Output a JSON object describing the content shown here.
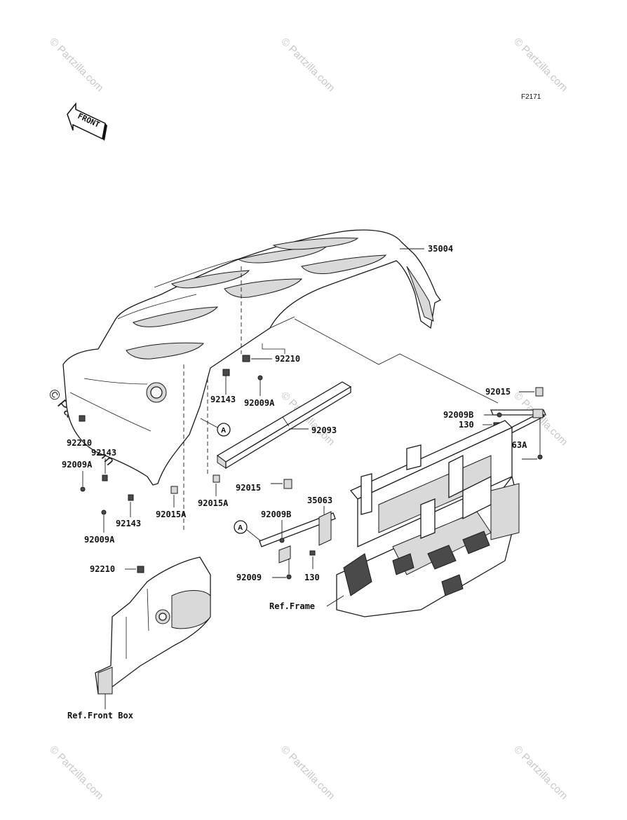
{
  "diagram_code": "F2171",
  "front_indicator": "FRONT",
  "watermark": "© Partzilla.com",
  "watermark_side": "© Partzilla.com",
  "reference_marker": "A",
  "parts": {
    "p35004": "35004",
    "p92210_top": "92210",
    "p92143_top": "92143",
    "p92009A_top": "92009A",
    "p92093": "92093",
    "p92015_right": "92015",
    "p92009B_right": "92009B",
    "p130_right": "130",
    "p35063A": "35063A",
    "p92009_right": "92009",
    "p92210_left": "92210",
    "p92143_left": "92143",
    "p92009A_left": "92009A",
    "p92143_left2": "92143",
    "p92009A_left2": "92009A",
    "p92015A_left": "92015A",
    "p92015A_mid": "92015A",
    "p92015_mid": "92015",
    "p92009B_mid": "92009B",
    "p35063": "35063",
    "p92009_mid": "92009",
    "p130_mid": "130",
    "p92210_bottom": "92210"
  },
  "references": {
    "frame": "Ref.Frame",
    "front_box": "Ref.Front Box"
  }
}
